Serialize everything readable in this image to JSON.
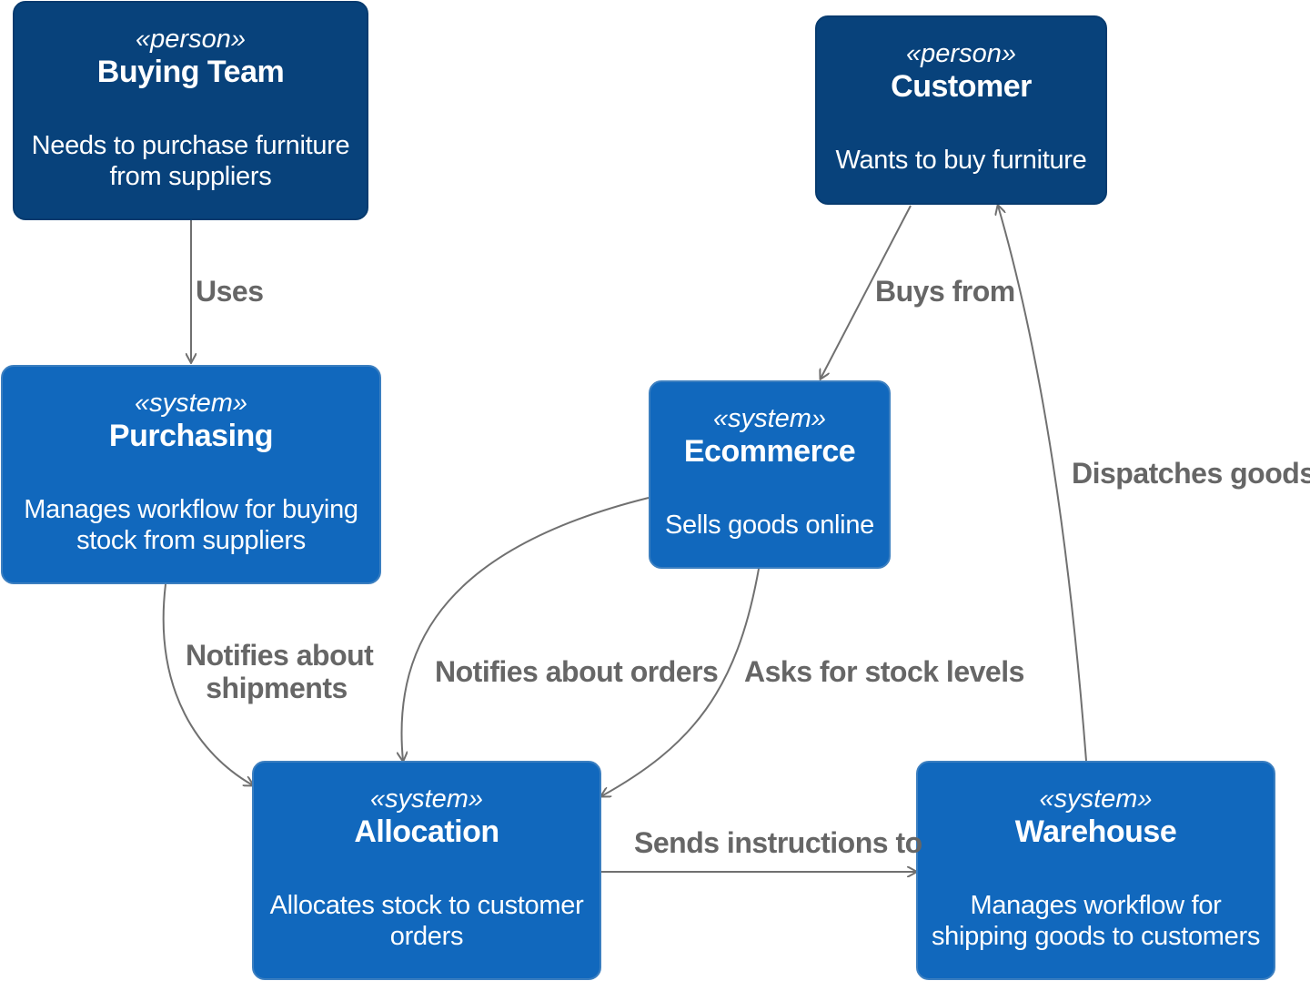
{
  "nodes": {
    "buying_team": {
      "stereotype": "«person»",
      "title": "Buying Team",
      "desc1": "Needs to purchase furniture",
      "desc2": "from suppliers"
    },
    "customer": {
      "stereotype": "«person»",
      "title": "Customer",
      "desc1": "Wants to buy furniture"
    },
    "purchasing": {
      "stereotype": "«system»",
      "title": "Purchasing",
      "desc1": "Manages workflow for buying",
      "desc2": "stock from suppliers"
    },
    "ecommerce": {
      "stereotype": "«system»",
      "title": "Ecommerce",
      "desc1": "Sells goods online"
    },
    "allocation": {
      "stereotype": "«system»",
      "title": "Allocation",
      "desc1": "Allocates stock to customer",
      "desc2": "orders"
    },
    "warehouse": {
      "stereotype": "«system»",
      "title": "Warehouse",
      "desc1": "Manages workflow for",
      "desc2": "shipping goods to customers"
    }
  },
  "edges": {
    "uses": "Uses",
    "buys_from": "Buys from",
    "dispatches": "Dispatches goods to",
    "notifies_shipments_1": "Notifies about",
    "notifies_shipments_2": "shipments",
    "notifies_orders": "Notifies about orders",
    "asks_stock": "Asks for stock levels",
    "sends_instructions": "Sends instructions to"
  },
  "colors": {
    "person": "#08427b",
    "system": "#1168bd",
    "edge": "#707070",
    "edge_label": "#666666"
  }
}
